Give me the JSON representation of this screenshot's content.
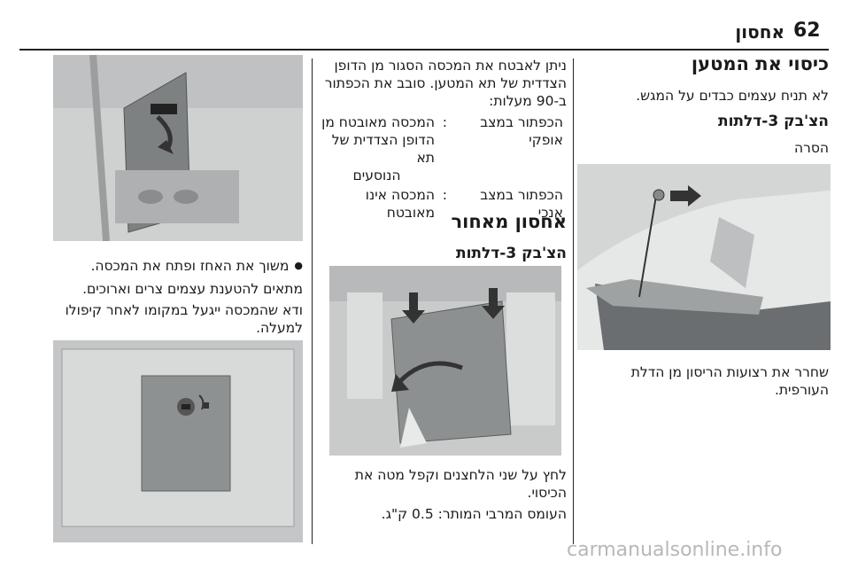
{
  "header": {
    "page_number": "62",
    "section_title": "אחסון"
  },
  "col_right": {
    "title": "כיסוי את המטען",
    "intro": "לא תניח עצמים כבדים על המגש.",
    "variant_heading": "הצ'בק 3-דלתות",
    "subheading": "הסרה",
    "caption_line1": "שחרר את רצועות הריסון מן הדלת",
    "caption_line2": "העורפית."
  },
  "col_middle": {
    "para_line1": "ניתן לאבטח את המכסה הסגור מן הדופן",
    "para_line2": "הצדדית של תא המטען. סובב את הכפתור",
    "para_line3": "ב-90 מעלות:",
    "table": [
      {
        "key_line1": "הכפתור במצב",
        "key_line2": "אופקי",
        "value_line1": "המכסה מאובטח מן",
        "value_line2": "הדופן הצדדית של תא",
        "value_line3": "הנוסעים"
      },
      {
        "key_line1": "הכפתור במצב",
        "key_line2": "אנכי",
        "value_line1": "המכסה אינו מאובטח",
        "value_line2": "",
        "value_line3": ""
      }
    ],
    "colon": ":",
    "section_title": "אחסון מאחור",
    "variant_heading": "הצ'בק 3-דלתות",
    "press_line1": "לחץ על שני הלחצנים וקפל מטה את",
    "press_line2": "הכיסוי.",
    "max_load": "העומס המרבי המותר: 0.5 ק\"ג."
  },
  "col_left": {
    "bullet": "משוך את האחז ופתח את המכסה.",
    "line2": "מתאים להטענת עצמים צרים וארוכים.",
    "line3": "ודא שהמכסה ייגעל במקומו לאחר קיפולו",
    "line4": "למעלה."
  },
  "watermark": "carmanualsonline.info"
}
